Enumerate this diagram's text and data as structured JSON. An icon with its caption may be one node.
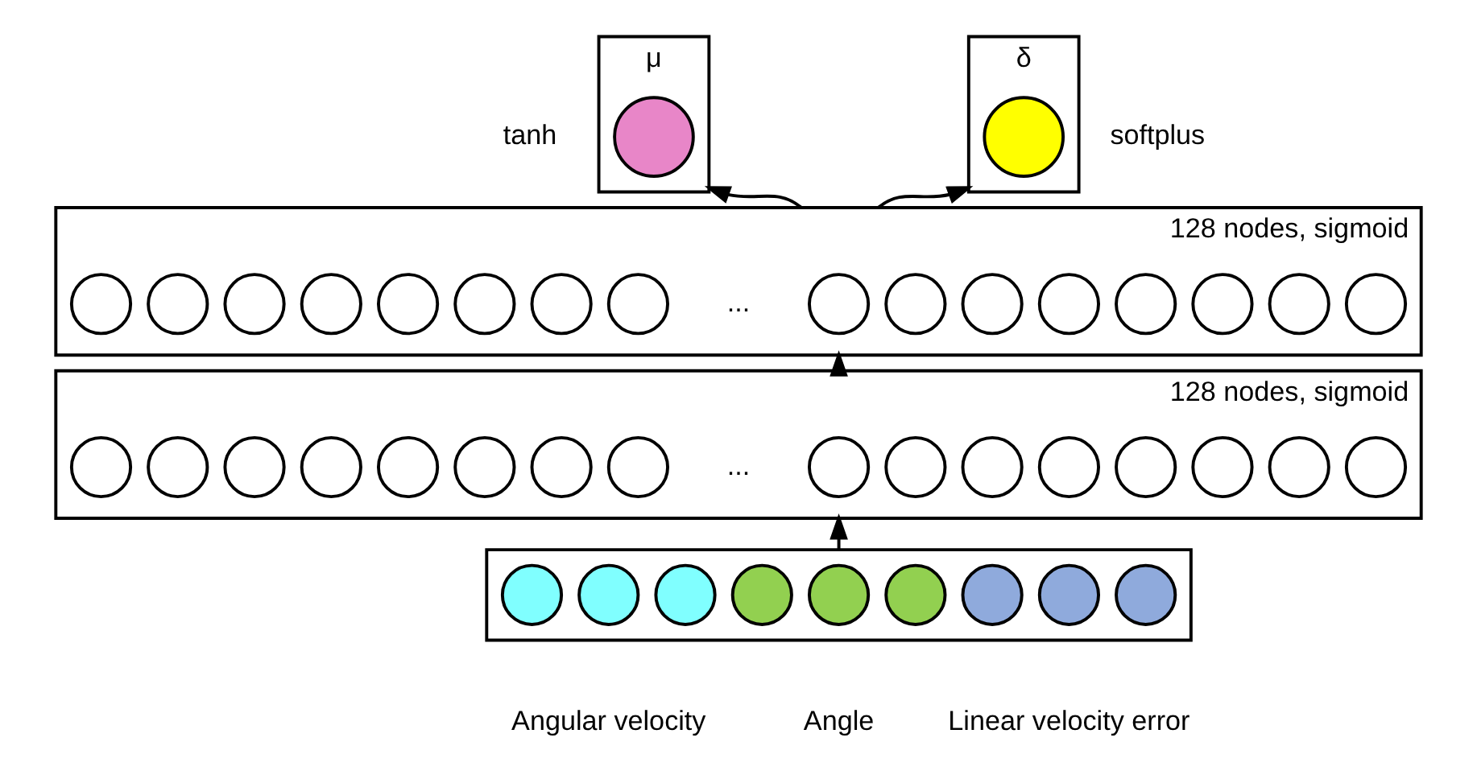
{
  "diagram": {
    "nodes": [
      {
        "text": [
          "μ"
        ],
        "beside": [
          "tanh"
        ]
      },
      {
        "text": [],
        "shape": "circle",
        "in": 0
      },
      {
        "text": [
          "δ"
        ],
        "beside": [
          "softplus"
        ]
      },
      {
        "text": [],
        "shape": "circle",
        "in": 2
      },
      {
        "text": [
          "128 nodes, sigmoid"
        ]
      },
      {
        "text": [],
        "shape": "circle",
        "in": 4
      },
      {
        "text": [],
        "shape": "circle",
        "in": 4
      },
      {
        "text": [],
        "shape": "circle",
        "in": 4
      },
      {
        "text": [],
        "shape": "circle",
        "in": 4
      },
      {
        "text": [],
        "shape": "circle",
        "in": 4
      },
      {
        "text": [],
        "shape": "circle",
        "in": 4
      },
      {
        "text": [],
        "shape": "circle",
        "in": 4
      },
      {
        "text": [],
        "shape": "circle",
        "in": 4
      },
      {
        "text": [],
        "shape": "circle",
        "in": 4
      },
      {
        "text": [],
        "shape": "circle",
        "in": 4
      },
      {
        "text": [],
        "shape": "circle",
        "in": 4
      },
      {
        "text": [],
        "shape": "circle",
        "in": 4
      },
      {
        "text": [],
        "shape": "circle",
        "in": 4
      },
      {
        "text": [],
        "shape": "circle",
        "in": 4
      },
      {
        "text": [],
        "shape": "circle",
        "in": 4
      },
      {
        "text": [],
        "shape": "circle",
        "in": 4
      },
      {
        "text": [
          "128 nodes, sigmoid"
        ]
      },
      {
        "text": [],
        "shape": "circle",
        "in": 21
      },
      {
        "text": [],
        "shape": "circle",
        "in": 21
      },
      {
        "text": [],
        "shape": "circle",
        "in": 21
      },
      {
        "text": [],
        "shape": "circle",
        "in": 21
      },
      {
        "text": [],
        "shape": "circle",
        "in": 21
      },
      {
        "text": [],
        "shape": "circle",
        "in": 21
      },
      {
        "text": [],
        "shape": "circle",
        "in": 21
      },
      {
        "text": [],
        "shape": "circle",
        "in": 21
      },
      {
        "text": [],
        "shape": "circle",
        "in": 21
      },
      {
        "text": [],
        "shape": "circle",
        "in": 21
      },
      {
        "text": [],
        "shape": "circle",
        "in": 21
      },
      {
        "text": [],
        "shape": "circle",
        "in": 21
      },
      {
        "text": [],
        "shape": "circle",
        "in": 21
      },
      {
        "text": [],
        "shape": "circle",
        "in": 21
      },
      {
        "text": [],
        "shape": "circle",
        "in": 21
      },
      {
        "text": [],
        "shape": "circle",
        "in": 21
      },
      {
        "text": [],
        "shape": "box"
      },
      {
        "text": [],
        "shape": "circle",
        "in": 38
      },
      {
        "text": [],
        "shape": "circle",
        "in": 38
      },
      {
        "text": [],
        "shape": "circle",
        "in": 38
      },
      {
        "text": [],
        "shape": "circle",
        "in": 38
      },
      {
        "text": [],
        "shape": "circle",
        "in": 38
      },
      {
        "text": [],
        "shape": "circle",
        "in": 38
      },
      {
        "text": [],
        "shape": "circle",
        "in": 38
      },
      {
        "text": [],
        "shape": "circle",
        "in": 38
      },
      {
        "text": [],
        "shape": "circle",
        "in": 38
      }
    ],
    "edges": [
      {
        "from": 4,
        "to": 0,
        "arrow": "to"
      },
      {
        "from": 4,
        "to": 2,
        "arrow": "to"
      },
      {
        "from": 21,
        "to": 4,
        "arrow": "to"
      },
      {
        "from": 38,
        "to": 21,
        "arrow": "to"
      }
    ],
    "labels": [
      "...",
      "...",
      "Angular velocity",
      "Angle",
      "Linear velocity error"
    ]
  }
}
